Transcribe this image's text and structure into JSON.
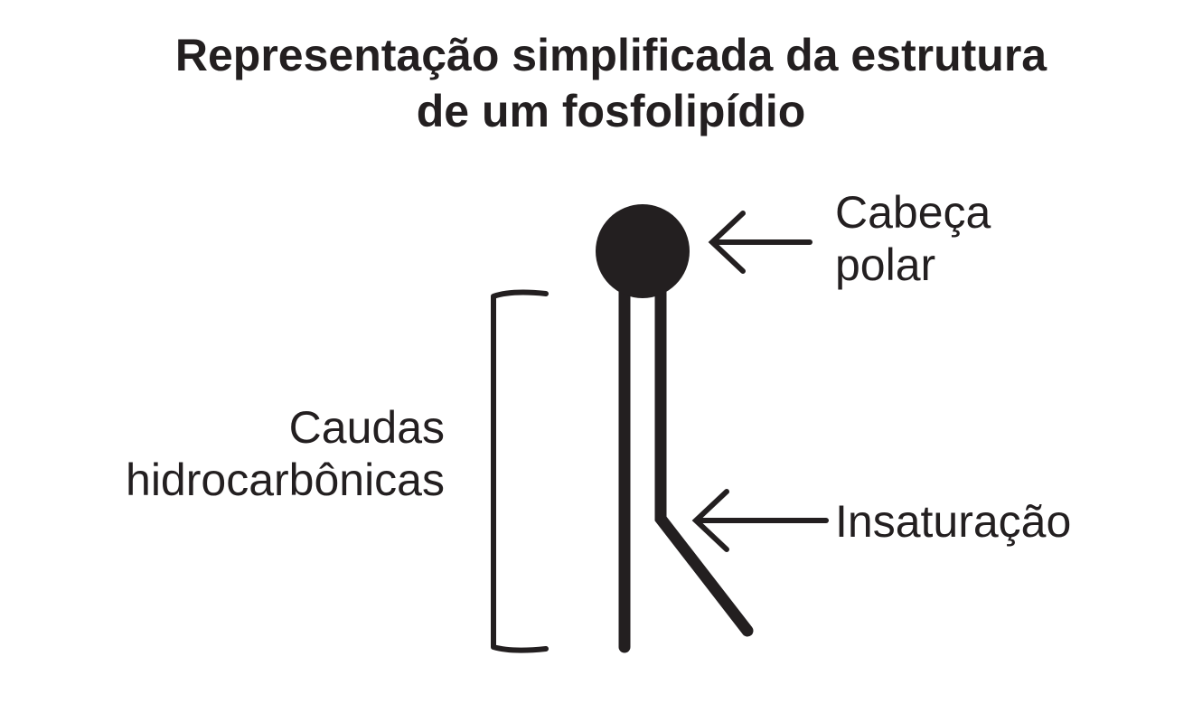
{
  "title": {
    "line1": "Representação simplificada da estrutura",
    "line2": "de um fosfolipídio"
  },
  "labels": {
    "head": {
      "line1": "Cabeça",
      "line2": "polar"
    },
    "tails": {
      "line1": "Caudas",
      "line2": "hidrocarbônicas"
    },
    "unsaturation": "Insaturação"
  },
  "colors": {
    "ink": "#231f20",
    "background": "#ffffff"
  }
}
